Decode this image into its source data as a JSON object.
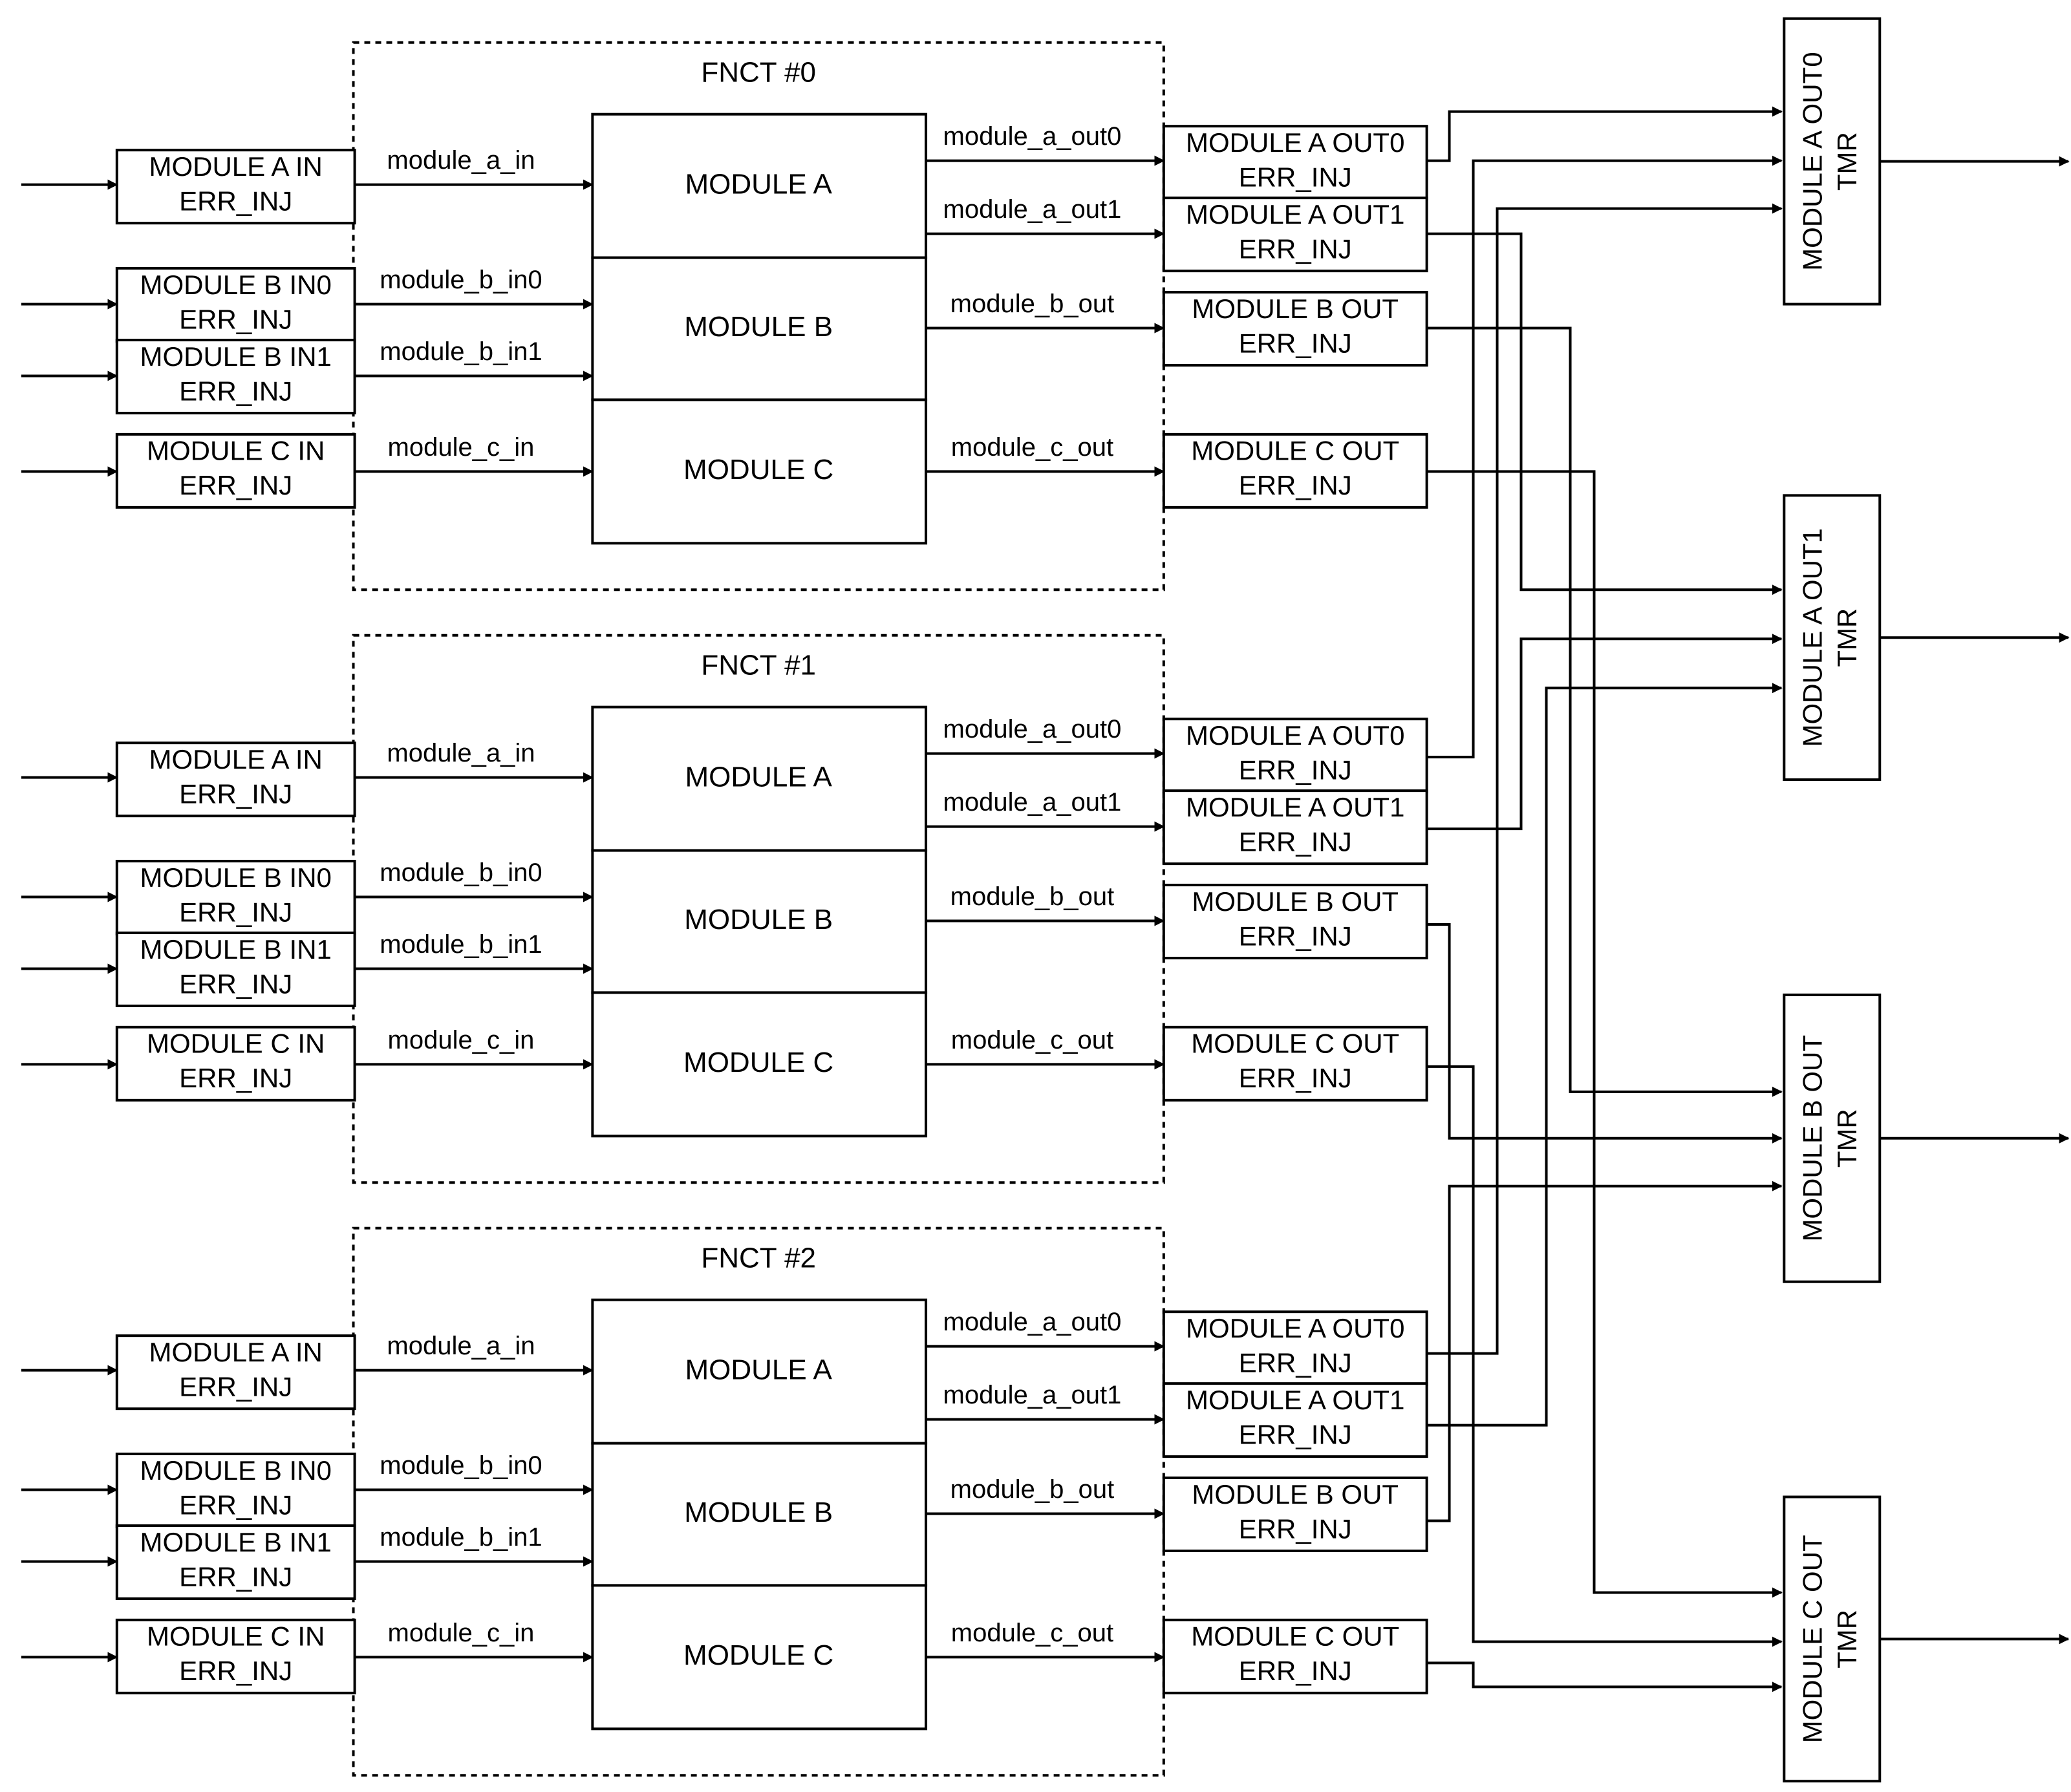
{
  "functions": [
    {
      "title": "FNCT #0",
      "in_blocks": [
        [
          "MODULE A IN",
          "ERR_INJ"
        ],
        [
          "MODULE B IN0",
          "ERR_INJ"
        ],
        [
          "MODULE B IN1",
          "ERR_INJ"
        ],
        [
          "MODULE C IN",
          "ERR_INJ"
        ]
      ],
      "in_signals": [
        "module_a_in",
        "module_b_in0",
        "module_b_in1",
        "module_c_in"
      ],
      "modules": [
        "MODULE A",
        "MODULE B",
        "MODULE C"
      ],
      "out_signals": [
        "module_a_out0",
        "module_a_out1",
        "module_b_out",
        "module_c_out"
      ],
      "out_blocks": [
        [
          "MODULE A OUT0",
          "ERR_INJ"
        ],
        [
          "MODULE A OUT1",
          "ERR_INJ"
        ],
        [
          "MODULE B OUT",
          "ERR_INJ"
        ],
        [
          "MODULE C OUT",
          "ERR_INJ"
        ]
      ]
    },
    {
      "title": "FNCT #1",
      "in_blocks": [
        [
          "MODULE A IN",
          "ERR_INJ"
        ],
        [
          "MODULE B IN0",
          "ERR_INJ"
        ],
        [
          "MODULE B IN1",
          "ERR_INJ"
        ],
        [
          "MODULE C IN",
          "ERR_INJ"
        ]
      ],
      "in_signals": [
        "module_a_in",
        "module_b_in0",
        "module_b_in1",
        "module_c_in"
      ],
      "modules": [
        "MODULE A",
        "MODULE B",
        "MODULE C"
      ],
      "out_signals": [
        "module_a_out0",
        "module_a_out1",
        "module_b_out",
        "module_c_out"
      ],
      "out_blocks": [
        [
          "MODULE A OUT0",
          "ERR_INJ"
        ],
        [
          "MODULE A OUT1",
          "ERR_INJ"
        ],
        [
          "MODULE B OUT",
          "ERR_INJ"
        ],
        [
          "MODULE C OUT",
          "ERR_INJ"
        ]
      ]
    },
    {
      "title": "FNCT #2",
      "in_blocks": [
        [
          "MODULE A IN",
          "ERR_INJ"
        ],
        [
          "MODULE B IN0",
          "ERR_INJ"
        ],
        [
          "MODULE B IN1",
          "ERR_INJ"
        ],
        [
          "MODULE C IN",
          "ERR_INJ"
        ]
      ],
      "in_signals": [
        "module_a_in",
        "module_b_in0",
        "module_b_in1",
        "module_c_in"
      ],
      "modules": [
        "MODULE A",
        "MODULE B",
        "MODULE C"
      ],
      "out_signals": [
        "module_a_out0",
        "module_a_out1",
        "module_b_out",
        "module_c_out"
      ],
      "out_blocks": [
        [
          "MODULE A OUT0",
          "ERR_INJ"
        ],
        [
          "MODULE A OUT1",
          "ERR_INJ"
        ],
        [
          "MODULE B OUT",
          "ERR_INJ"
        ],
        [
          "MODULE C OUT",
          "ERR_INJ"
        ]
      ]
    }
  ],
  "voters": [
    [
      "MODULE A OUT0",
      "TMR"
    ],
    [
      "MODULE A OUT1",
      "TMR"
    ],
    [
      "MODULE B OUT",
      "TMR"
    ],
    [
      "MODULE C OUT",
      "TMR"
    ]
  ]
}
